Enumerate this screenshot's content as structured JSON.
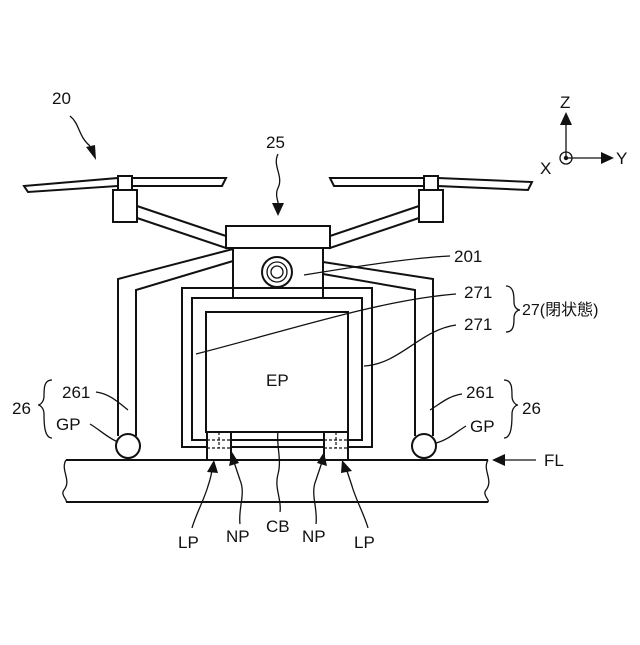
{
  "labels": {
    "drone": "20",
    "body_unit": "25",
    "camera": "201",
    "arm_upper": "271",
    "arm_lower": "271",
    "arm_group": "27(閉状態)",
    "leg_left": "261",
    "leg_right": "261",
    "leg_group_left": "26",
    "leg_group_right": "26",
    "grip_left": "GP",
    "grip_right": "GP",
    "package": "EP",
    "floor": "FL",
    "contact_left": "LP",
    "contact_right": "LP",
    "pin_left": "NP",
    "pin_right": "NP",
    "cable": "CB"
  },
  "axes": {
    "z": "Z",
    "x": "X",
    "y": "Y"
  }
}
